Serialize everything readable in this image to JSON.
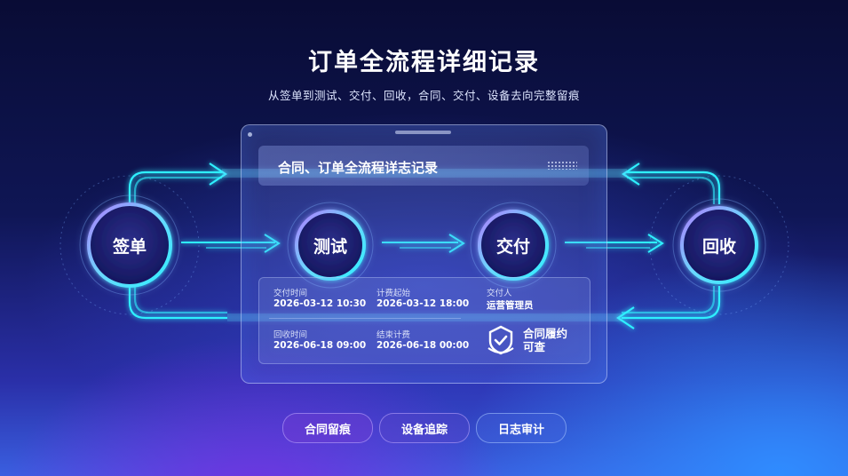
{
  "title": "订单全流程详细记录",
  "subtitle": "从签单到测试、交付、回收，合同、交付、设备去向完整留痕",
  "panel": {
    "header": "合同、订单全流程详志记录"
  },
  "nodes": [
    "签单",
    "测试",
    "交付",
    "回收"
  ],
  "info": {
    "delivery_time_label": "交付时间",
    "delivery_time": "2026-03-12 10:30",
    "billing_start_label": "计费起始",
    "billing_start": "2026-03-12 18:00",
    "deliverer_label": "交付人",
    "deliverer": "运营管理员",
    "recovery_time_label": "回收时间",
    "recovery_time": "2026-06-18 09:00",
    "billing_end_label": "结束计费",
    "billing_end": "2026-06-18 00:00",
    "badge_line1": "合同履约",
    "badge_line2": "可查"
  },
  "pills": [
    "合同留痕",
    "设备追踪",
    "日志审计"
  ],
  "colors": {
    "accent_cyan": "#2ff0ff",
    "accent_purple": "#b07bff",
    "bg_top": "#090c35",
    "bg_bottom": "#3a5fe0"
  }
}
